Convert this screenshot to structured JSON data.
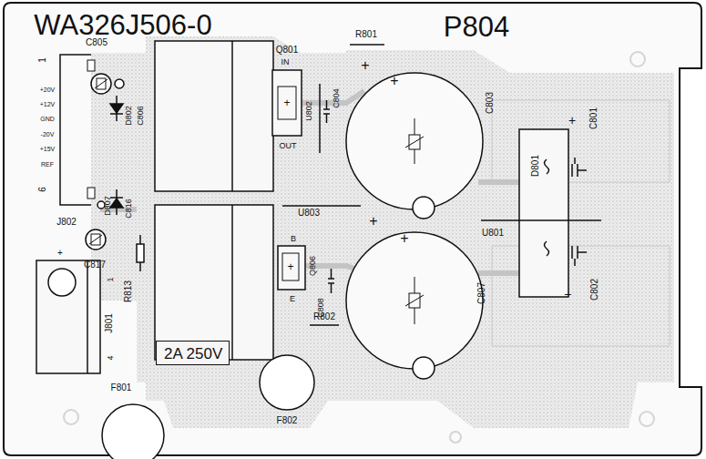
{
  "diagram": {
    "nodes": [
      {
        "text": [
          "2A 250V"
        ]
      }
    ],
    "labels": [
      "WA326J506-0",
      "P804",
      "R801",
      "C805",
      "1",
      "+20V",
      "+12V",
      "GND",
      "-20V",
      "+15V",
      "REF",
      "6",
      "D802",
      "C806",
      "Q801",
      "IN",
      "+",
      "OUT",
      "U802",
      "C804",
      "+",
      "+",
      "C803",
      "D801",
      "+",
      "C801",
      "U801",
      "−",
      "C802",
      "D807",
      "C816",
      "J802",
      "C817",
      "+",
      "1",
      "R813",
      "J801",
      "4",
      "U803",
      "B",
      "+",
      "E",
      "Q806",
      "C808",
      "+",
      "+",
      "C807",
      "R802",
      "F801",
      "F802"
    ]
  }
}
